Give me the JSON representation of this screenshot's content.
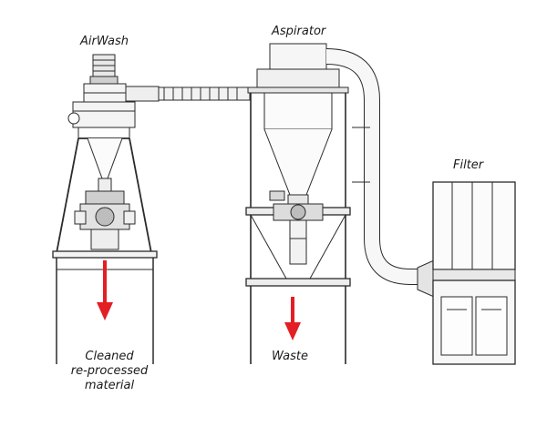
{
  "labels": {
    "airwash": "AirWash",
    "aspirator": "Aspirator",
    "filter": "Filter",
    "waste": "Waste",
    "cleaned": [
      "Cleaned",
      "re-processed",
      "material"
    ]
  },
  "colors": {
    "line": "#2a2a2a",
    "arrow": "#e31e24",
    "fill_light": "#f4f4f4",
    "fill_mid": "#d8d8d8",
    "fill_dark": "#555555"
  }
}
